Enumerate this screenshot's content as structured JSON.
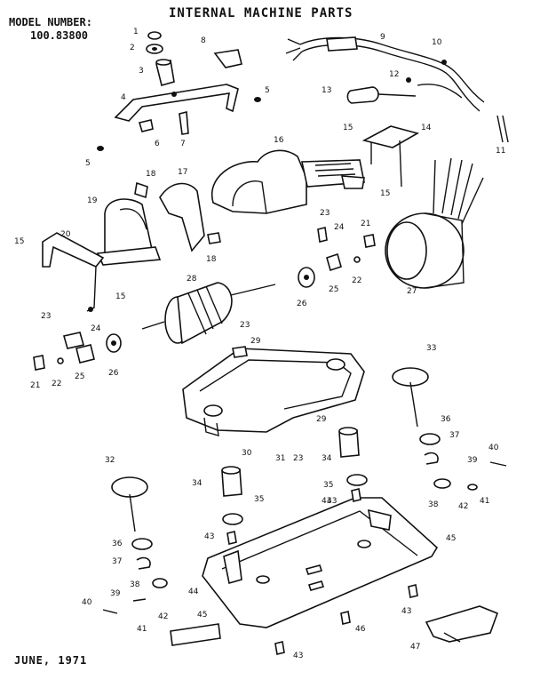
{
  "header": {
    "title": "INTERNAL MACHINE PARTS",
    "model_label": "MODEL NUMBER:",
    "model_number": "100.83800"
  },
  "footer": {
    "date": "JUNE, 1971"
  },
  "callouts": [
    "1",
    "2",
    "3",
    "4",
    "5",
    "5",
    "6",
    "7",
    "8",
    "9",
    "10",
    "11",
    "12",
    "13",
    "14",
    "15",
    "15",
    "15",
    "15",
    "16",
    "17",
    "18",
    "18",
    "19",
    "20",
    "21",
    "21",
    "22",
    "22",
    "23",
    "23",
    "23",
    "23",
    "24",
    "24",
    "25",
    "25",
    "26",
    "26",
    "27",
    "28",
    "29",
    "29",
    "30",
    "31",
    "32",
    "33",
    "34",
    "34",
    "35",
    "35",
    "36",
    "36",
    "37",
    "37",
    "38",
    "38",
    "39",
    "39",
    "40",
    "40",
    "41",
    "41",
    "42",
    "42",
    "43",
    "43",
    "43",
    "43",
    "43",
    "44",
    "45",
    "45",
    "46",
    "47"
  ]
}
